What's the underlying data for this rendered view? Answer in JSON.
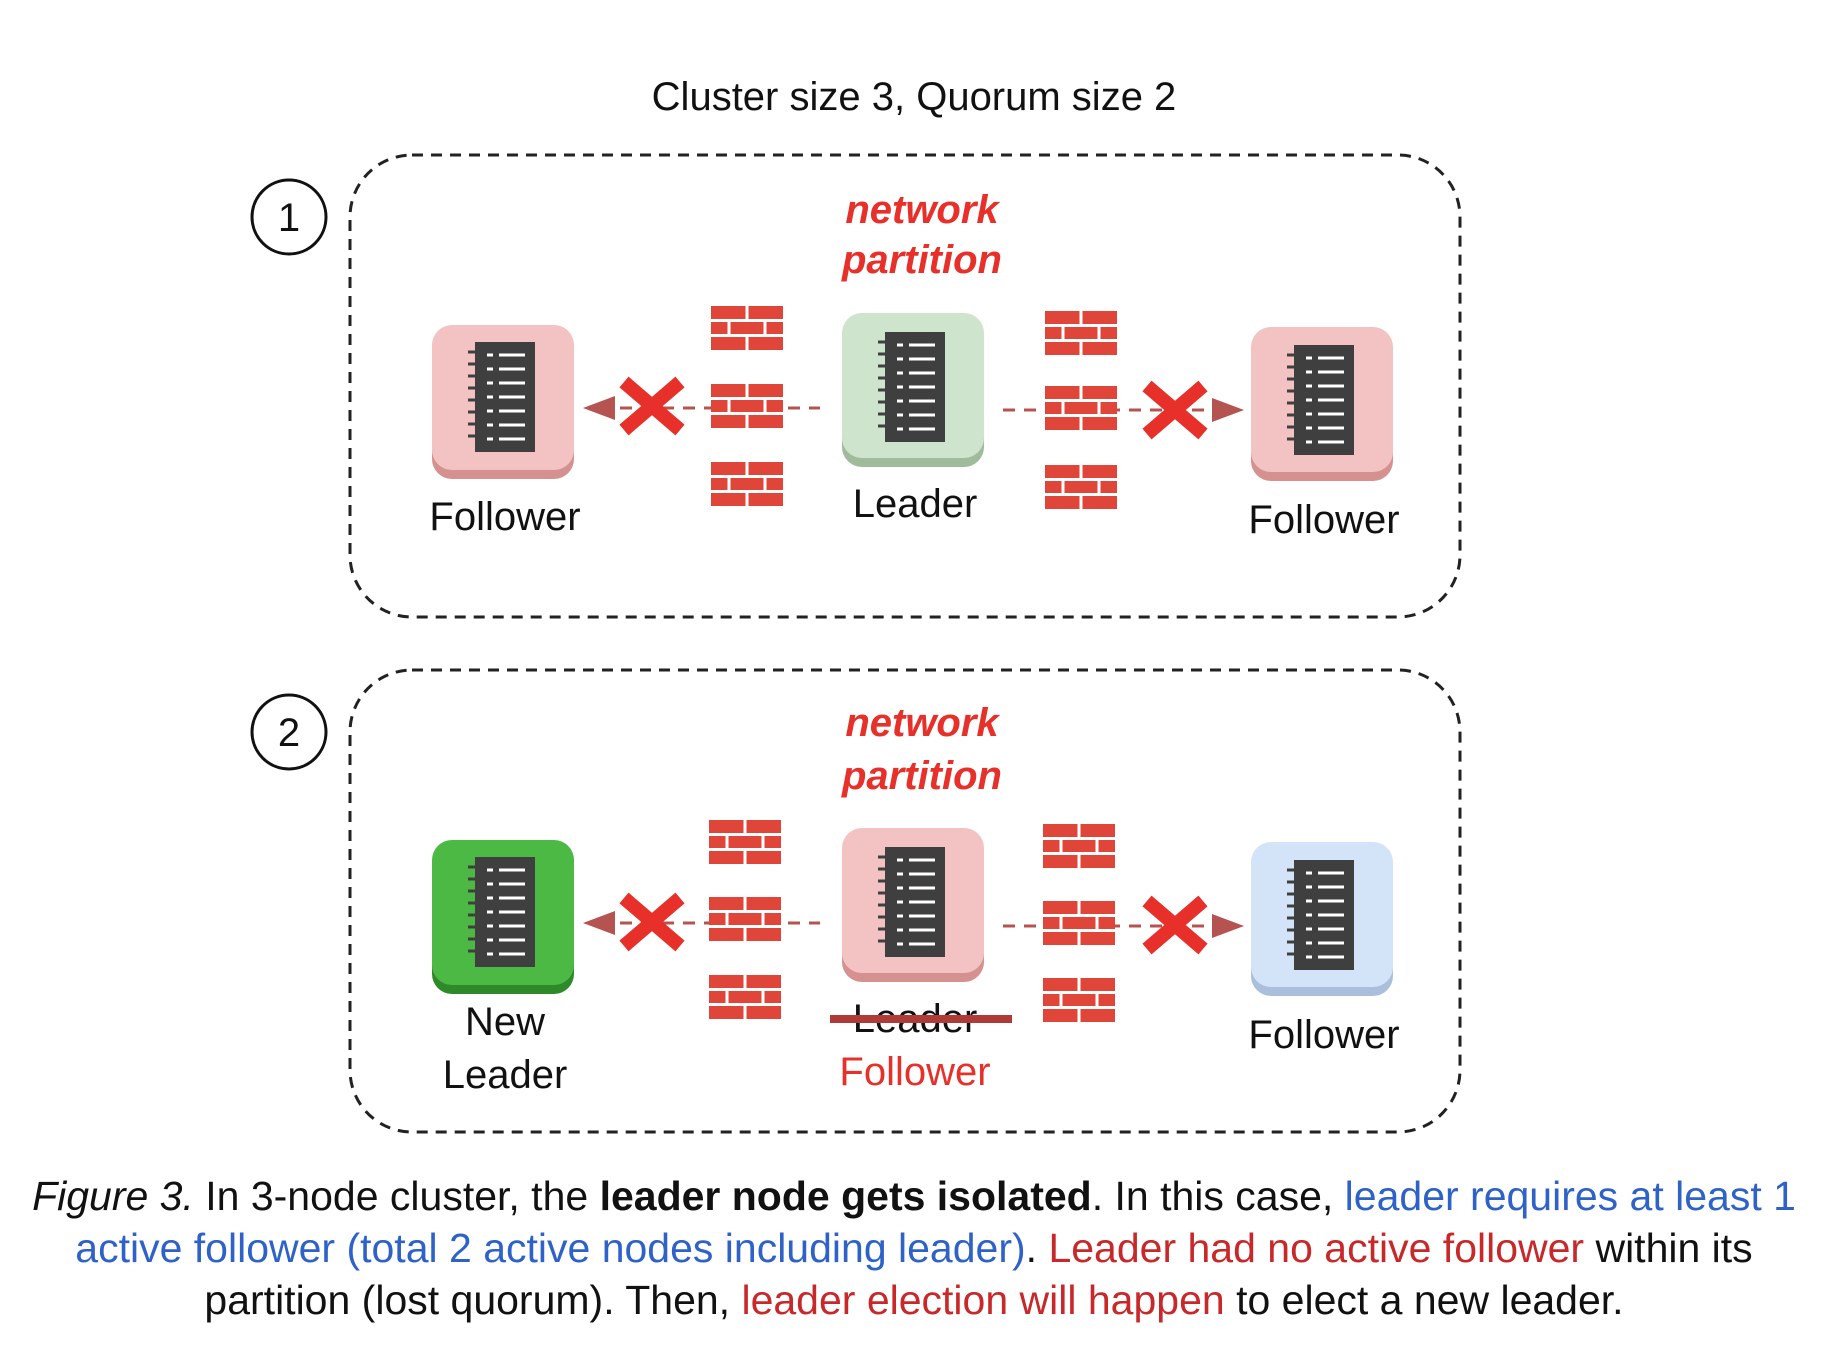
{
  "title": "Cluster size 3, Quorum size 2",
  "colors": {
    "partition_text": "#e8302a",
    "brick": "#e0453a",
    "node_pink": "#f3c3c3",
    "node_green_light": "#cfe4cc",
    "node_green": "#4cb945",
    "node_blue": "#d4e4f8",
    "server_dark": "#3f3f3f",
    "arrow": "#b55350",
    "strike": "#b03a38",
    "caption_blue": "#2f62c8",
    "caption_red": "#c8282a"
  },
  "panels": [
    {
      "step": "1",
      "partition_label": [
        "network",
        "partition"
      ],
      "left_node": {
        "label": [
          "Follower"
        ],
        "fill": "node_pink",
        "icon": "server-icon"
      },
      "center_node": {
        "label": [
          "Leader"
        ],
        "fill": "node_green_light",
        "icon": "server-icon"
      },
      "right_node": {
        "label": [
          "Follower"
        ],
        "fill": "node_pink",
        "icon": "server-icon"
      }
    },
    {
      "step": "2",
      "partition_label": [
        "network",
        "partition"
      ],
      "left_node": {
        "label": [
          "New",
          "Leader"
        ],
        "fill": "node_green",
        "icon": "server-icon"
      },
      "center_node": {
        "label": [
          "Leader"
        ],
        "struck": true,
        "new_label": "Follower",
        "fill": "node_pink",
        "icon": "server-icon"
      },
      "right_node": {
        "label": [
          "Follower"
        ],
        "fill": "node_blue",
        "icon": "server-icon"
      }
    }
  ],
  "caption": {
    "figure": "Figure 3.",
    "t1": " In 3-node cluster, the ",
    "bold": "leader node gets isolated",
    "t2": ". In this case, ",
    "blue": "leader requires at least 1 active follower (total 2 active nodes including leader)",
    "t3": ". ",
    "red1": "Leader had no active follower",
    "t4": " within its partition (lost quorum). Then, ",
    "red2": "leader election will happen",
    "t5": " to elect a new leader."
  }
}
